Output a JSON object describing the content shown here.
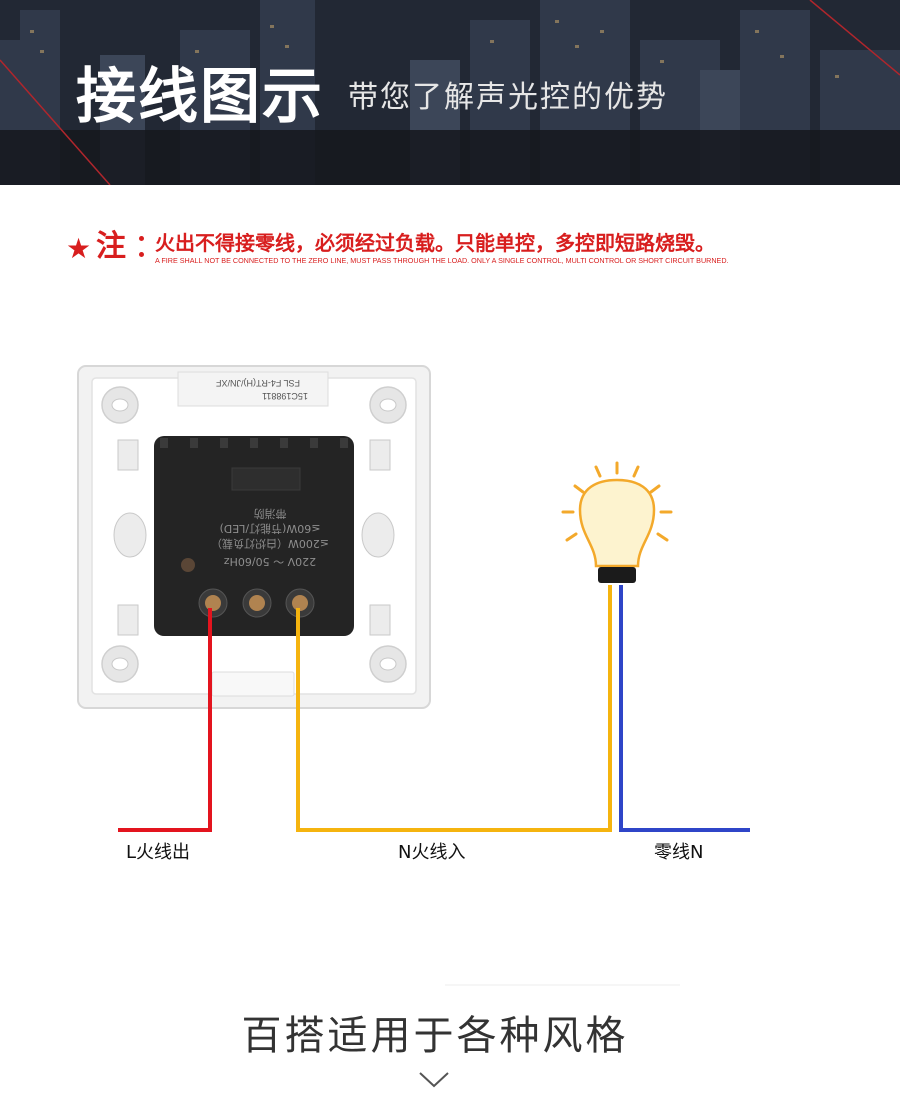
{
  "header": {
    "title": "接线图示",
    "subtitle": "带您了解声光控的优势"
  },
  "notice": {
    "star": "★",
    "label": "注",
    "text_zh": "火出不得接零线，必须经过负载。只能单控，多控即短路烧毁。",
    "text_en": "A FIRE SHALL NOT BE CONNECTED TO THE ZERO LINE, MUST PASS THROUGH THE LOAD. ONLY A SINGLE CONTROL, MULTI CONTROL OR SHORT CIRCUIT BURNED."
  },
  "switch_module": {
    "line1": "带消防",
    "line2": "≤60W(节能灯/LED)",
    "line3": "≤200W（白炽灯负载）",
    "line4": "220V ～ 50/60Hz",
    "model": "FSL  F4-RT(H)/JN/XF",
    "code": "15C198811"
  },
  "wires": {
    "l_out": {
      "label": "L火线出",
      "color": "#e3141e"
    },
    "n_in": {
      "label": "N火线入",
      "color": "#f5b40f"
    },
    "zero": {
      "label": "零线N",
      "color": "#2f45c8"
    }
  },
  "section": {
    "title": "百搭适用于各种风格"
  },
  "colors": {
    "accent_red": "#d81e1e",
    "header_bg": "#1b1f28"
  }
}
